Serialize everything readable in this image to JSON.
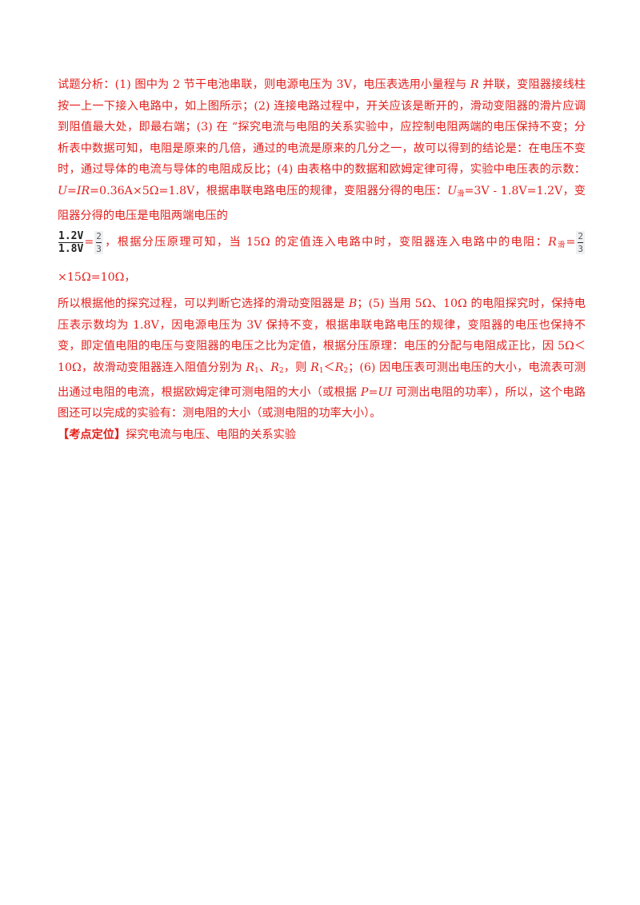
{
  "analysis": {
    "label": "试题分析：",
    "p1": "(1) 图中为 2 节干电池串联，则电源电压为 3V，电压表选用小量程与 ",
    "p1_R": "R",
    "p2": " 并联，变阻器接线柱按一上一下接入电路中，如上图所示；(2) 连接电路过程中，开关应该是断开的，滑动变阻器的滑片应调到阻值最大处，即最右端；(3) 在 “探究电流与电阻的关系实验中，应控制电阻两端的电压保持不变；分析表中数据可知，电阻是原来的几倍，通过的电流是原来的几分之一，故可以得到的结论是：在电压不变时，通过导体的电流与导体的电阻成反比；(4) 由表格中的数据和欧姆定律可得，实验中电压表的示数：",
    "ohm_U": "U",
    "ohm_eq": "=",
    "ohm_IR": "IR",
    "ohm_val": "=0.36A×5Ω=1.8V，根据串联电路电压的规律，变阻器分得的电压：",
    "u_slide": "U",
    "u_slide_sub": "滑",
    "u_slide_val": "=3V - 1.8V=1.2V，变阻器分得的电压是电阻两端电压的",
    "frac1_num": "1.2V",
    "frac1_den": "1.8V",
    "frac1_eq": "=",
    "frac2_num": "2",
    "frac2_den": "3",
    "p3": "，根据分压原理可知，当 15Ω 的定值连入电路中时，变阻器连入电路中的电阻：",
    "r_slide": "R",
    "r_slide_sub": "滑",
    "r_eq": "=",
    "frac3_num": "2",
    "frac3_den": "3",
    "r_val": "×15Ω=10Ω，",
    "p4": "所以根据他的探究过程，可以判断它选择的滑动变阻器是 ",
    "p4_B": "B",
    "p5": "；(5) 当用 5Ω、10Ω 的电阻探究时，保持电压表示数均为 1.8V，因电源电压为 3V 保持不变，根据串联电路电压的规律，变阻器的电压也保持不变，即定值电阻的电压与变阻器的电压之比为定值，根据分压原理：电压的分配与电阻成正比，因 5Ω＜10Ω，故滑动变阻器连入阻值分别为 ",
    "r1": "R",
    "r1_sub": "1",
    "sep": "、",
    "r2": "R",
    "r2_sub": "2",
    "p6": "，则 ",
    "r1b": "R",
    "r1b_sub": "1",
    "lt": "＜",
    "r2b": "R",
    "r2b_sub": "2",
    "p7": "；(6) 因电压表可测出电压的大小，电流表可测出通过电阻的电流，根据欧姆定律可测电阻的大小（或根据 ",
    "p_power": "P",
    "p_eq": "=",
    "p_UI": "UI",
    "p8": " 可测出电阻的功率），所以，这个电路图还可以完成的实验有：测电阻的大小（或测电阻的功率大小）。"
  },
  "footer": {
    "bracket": "【考点定位】",
    "text": "探究电流与电压、电阻的关系实验"
  }
}
